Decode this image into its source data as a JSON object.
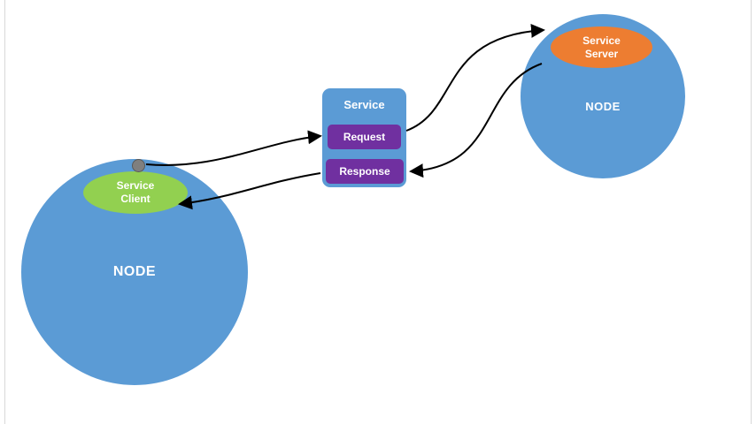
{
  "nodes": {
    "left": {
      "label": "NODE"
    },
    "right": {
      "label": "NODE"
    }
  },
  "client": {
    "line1": "Service",
    "line2": "Client"
  },
  "server": {
    "line1": "Service",
    "line2": "Server"
  },
  "service": {
    "title": "Service",
    "request_label": "Request",
    "response_label": "Response"
  },
  "colors": {
    "node_blue": "#5b9bd5",
    "client_green": "#92d050",
    "server_orange": "#ed7d31",
    "message_purple": "#7030a0",
    "connector_dot_gray": "#7f7f7f",
    "arrow_black": "#000000",
    "background": "#ffffff"
  }
}
